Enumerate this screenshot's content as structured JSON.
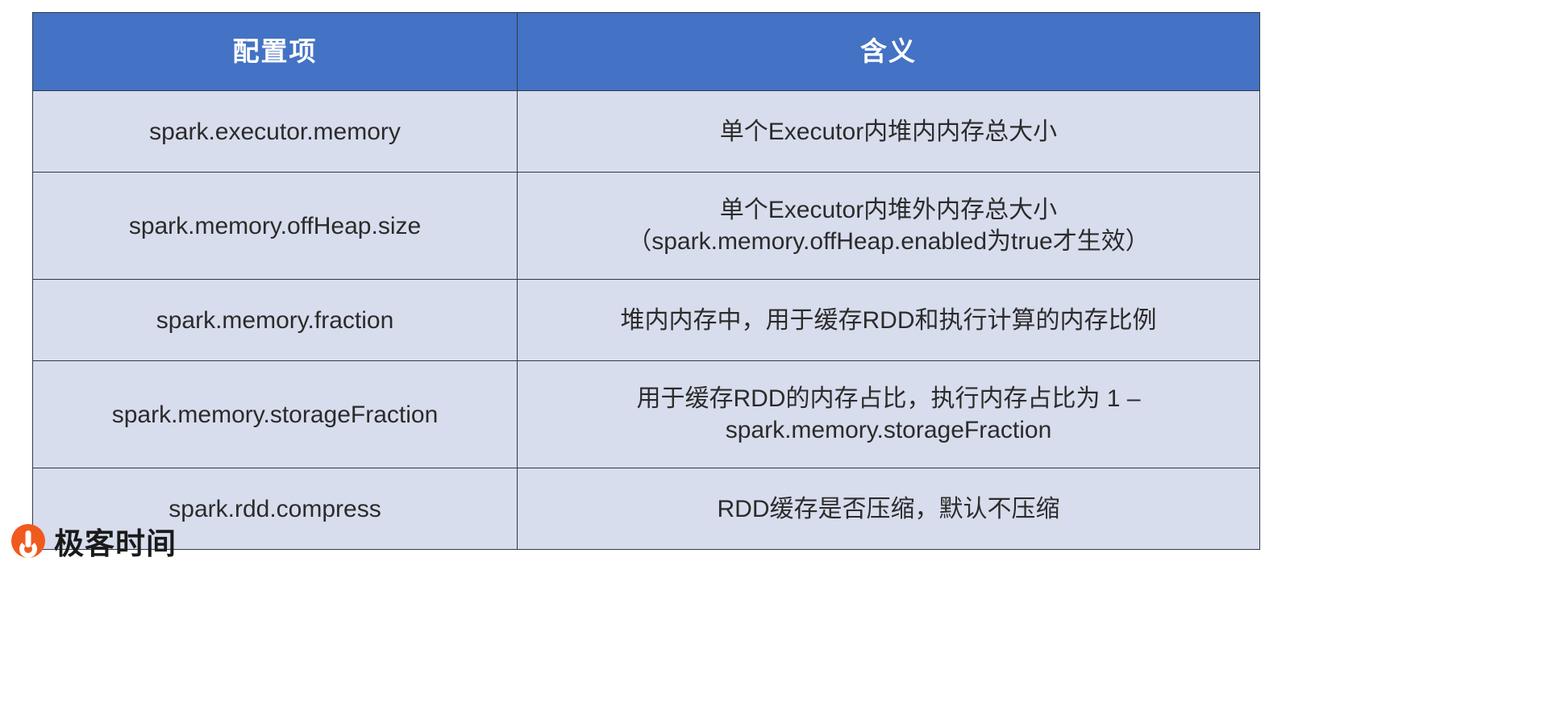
{
  "table": {
    "headers": [
      "配置项",
      "含义"
    ],
    "header_bg": "#4472C4",
    "header_text_color": "#FFFFFF",
    "row_bg": "#D8DDED",
    "border_color": "#2F3A4A",
    "rows": [
      {
        "key": "spark.executor.memory",
        "meaning_lines": [
          "单个Executor内堆内内存总大小"
        ]
      },
      {
        "key": "spark.memory.offHeap.size",
        "meaning_lines": [
          "单个Executor内堆外内存总大小",
          "（spark.memory.offHeap.enabled为true才生效）"
        ]
      },
      {
        "key": "spark.memory.fraction",
        "meaning_lines": [
          "堆内内存中，用于缓存RDD和执行计算的内存比例"
        ]
      },
      {
        "key": "spark.memory.storageFraction",
        "meaning_lines": [
          "用于缓存RDD的内存占比，执行内存占比为 1 –",
          "spark.memory.storageFraction"
        ]
      },
      {
        "key": "spark.rdd.compress",
        "meaning_lines": [
          "RDD缓存是否压缩，默认不压缩"
        ]
      }
    ]
  },
  "footer": {
    "logo_icon": "geekbang-logo-icon",
    "brand": "极客时间",
    "brand_color": "#F05A1E"
  }
}
